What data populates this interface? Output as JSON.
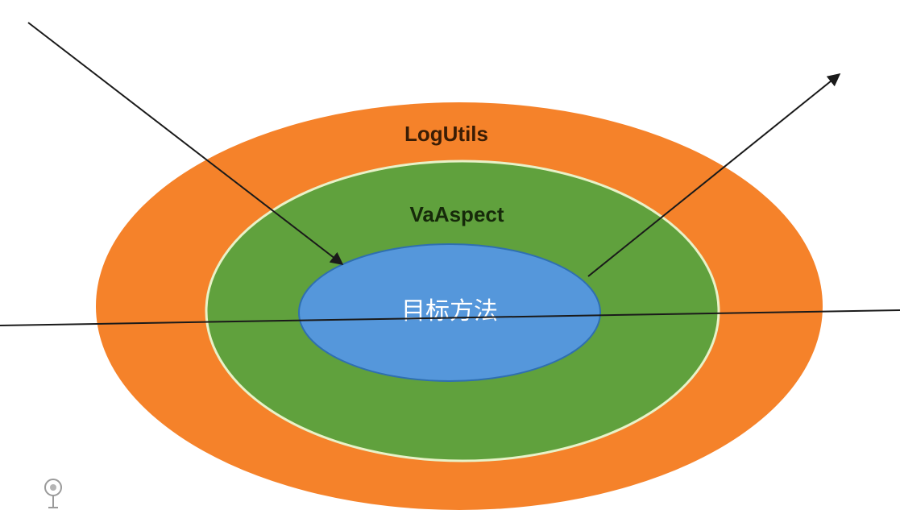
{
  "diagram": {
    "outer_layer": {
      "label": "LogUtils",
      "fill": "#F5822A",
      "label_color": "#3a1d05"
    },
    "middle_layer": {
      "label": "VaAspect",
      "fill": "#60A13D",
      "border": "#e8f2c8",
      "label_color": "#162a0a"
    },
    "inner_layer": {
      "label": "目标方法",
      "fill": "#5597DB",
      "border": "#2f6fb0",
      "label_color": "#ffffff"
    },
    "line_color": "#1a1a1a",
    "bottom_left_icon": "pin-icon"
  }
}
